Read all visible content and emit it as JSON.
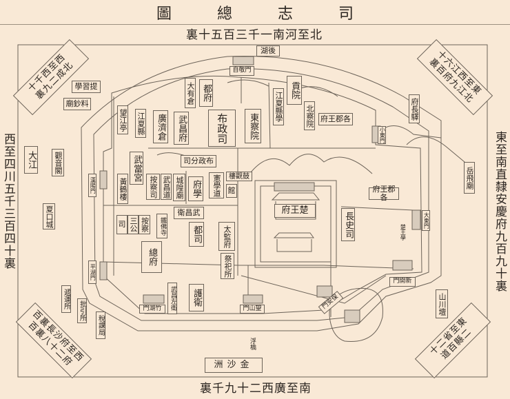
{
  "title": [
    "圖",
    "總",
    "志",
    "司"
  ],
  "distances": {
    "north": "裏十五百三千一南河至北",
    "south": "裏千九十二西廣至南",
    "west": "西至四川五千三百四十裏",
    "east": "東至南直隸安慶府九百九十裏"
  },
  "corners": {
    "nw": [
      "十千西至西",
      "裏九二成北"
    ],
    "ne": [
      "十六江西至東",
      "裏百府九江北"
    ],
    "sw": [
      "百裏長沙府至西",
      "百裏八十二府"
    ],
    "se": [
      "十二省至東",
      "道百縣二"
    ]
  },
  "labels": {
    "hou_hu": "湖後",
    "zijing_men": "自敬門",
    "xue_guan_ti": "學習提",
    "liao_chao_ju": "廟鈔料",
    "da_you_cang": "大有倉",
    "du_fu": "都府",
    "gong_yuan": "貢院",
    "jiangxia_xianxue": "江夏縣學",
    "bei_chayuan": "北察院",
    "gejun_wangfu_1": "府王郡各",
    "fu_chang_yi": "府長驛",
    "wang_jiang_ting": "望江亭",
    "jiangxia_xian": "江夏縣",
    "guang_ji_cang": "廣濟倉",
    "wuchang_fu": "武昌府",
    "buzheng_si": "布政司",
    "dong_chayuan": "東察院",
    "wudang_gong": "武當宮",
    "buzheng_fensi": "司分政布",
    "huanghe_lou": "黃鶴樓",
    "ancha_si": "按察司",
    "wuchang_dao": "武昌道",
    "chenghuang_miao": "城隍廟",
    "fu_xue": "府學",
    "xian_xue_dao": "憲學道",
    "gu_lou": "樓觀鼓",
    "guan": "館",
    "wuchang_wei": "衛昌武",
    "si": "司",
    "san_gong": "三公",
    "ancha": "按察",
    "tiefo_si": "鐵佛寺",
    "du_si": "都司",
    "taijian_fu": "太監府",
    "zong_fu": "總府",
    "jisi_suo": "祭祀所",
    "chu_wangfu": "府王楚",
    "gejun_wangfu_2": "府王郡各",
    "yuefei_miao": "岳飛廟",
    "changshi_si": "長史司",
    "xiao_dong_men": "小東門",
    "da_dong_men": "大東門",
    "chu_wang_xue": "楚王學",
    "xin_kai_men": "門開新",
    "bao_an_men": "門安保",
    "wang_shan_men": "門山望",
    "zhu_hu_men": "門湖竹",
    "wuchang_zuowei": "武昌左衛",
    "hu_wei": "護衛",
    "hanyang_men": "漢陽門",
    "pinghu_men": "平湖門",
    "diyun_suo": "遞運所",
    "piyin_suo": "批引所",
    "shuike_ju": "稅課局",
    "shanchuan_tan": "山川壇",
    "da_jiang": "大江",
    "guanyin_ge": "觀音閣",
    "xiakou_cheng": "夏口城",
    "fu_qiao": "浮橋",
    "jinsha_zhou": "洲沙金"
  }
}
